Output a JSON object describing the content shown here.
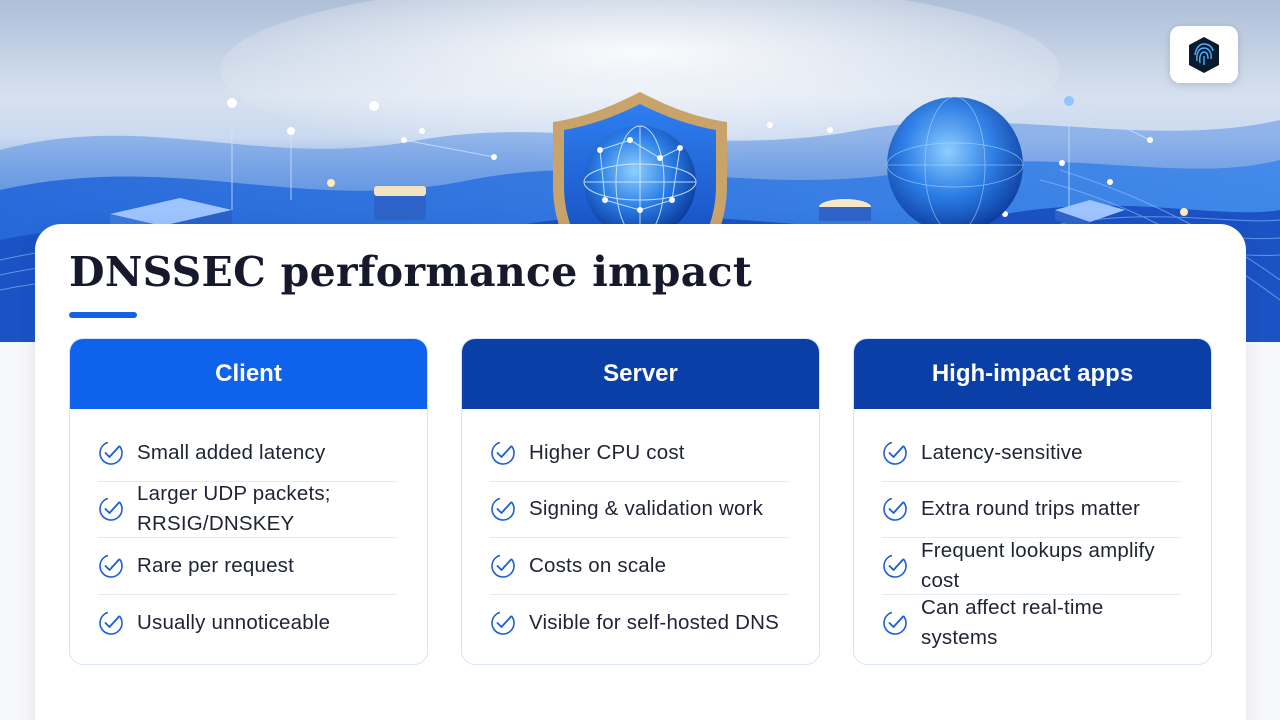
{
  "title": "DNSSEC performance impact",
  "colors": {
    "accent": "#1463e6",
    "header_primary": "#0f62ec",
    "header_dark": "#0a3fa8",
    "check": "#1a5fd6"
  },
  "icons": {
    "check": "check-circle-icon",
    "logo": "shield-fingerprint-logo-icon"
  },
  "columns": [
    {
      "heading": "Client",
      "items": [
        "Small added latency",
        "Larger UDP packets; RRSIG/DNSKEY",
        "Rare per request",
        "Usually unnoticeable"
      ]
    },
    {
      "heading": "Server",
      "items": [
        "Higher CPU cost",
        "Signing & validation work",
        "Costs on scale",
        "Visible for self-hosted DNS"
      ]
    },
    {
      "heading": "High-impact apps",
      "items": [
        "Latency-sensitive",
        "Extra round trips matter",
        "Frequent lookups amplify cost",
        "Can affect real-time systems"
      ]
    }
  ]
}
